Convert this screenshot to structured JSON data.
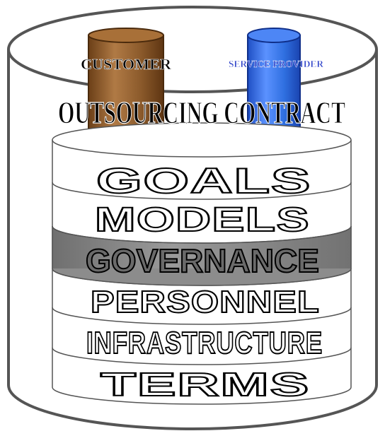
{
  "diagram": {
    "parties": {
      "customer": "CUSTOMER",
      "provider": "SERVICE PROVIDER"
    },
    "title": "OUTSOURCING CONTRACT",
    "layers": [
      {
        "label": "GOALS",
        "highlighted": false
      },
      {
        "label": "MODELS",
        "highlighted": false
      },
      {
        "label": "GOVERNANCE",
        "highlighted": true
      },
      {
        "label": "PERSONNEL",
        "highlighted": false
      },
      {
        "label": "INFRASTRUCTURE",
        "highlighted": false
      },
      {
        "label": "TERMS",
        "highlighted": false
      }
    ],
    "colors": {
      "outer_outline": "#555555",
      "customer_cylinder": "#8b5a2b",
      "provider_cylinder": "#2f6fe0",
      "highlight_band": "#8c8c8c",
      "layer_fill": "#ffffff"
    }
  }
}
